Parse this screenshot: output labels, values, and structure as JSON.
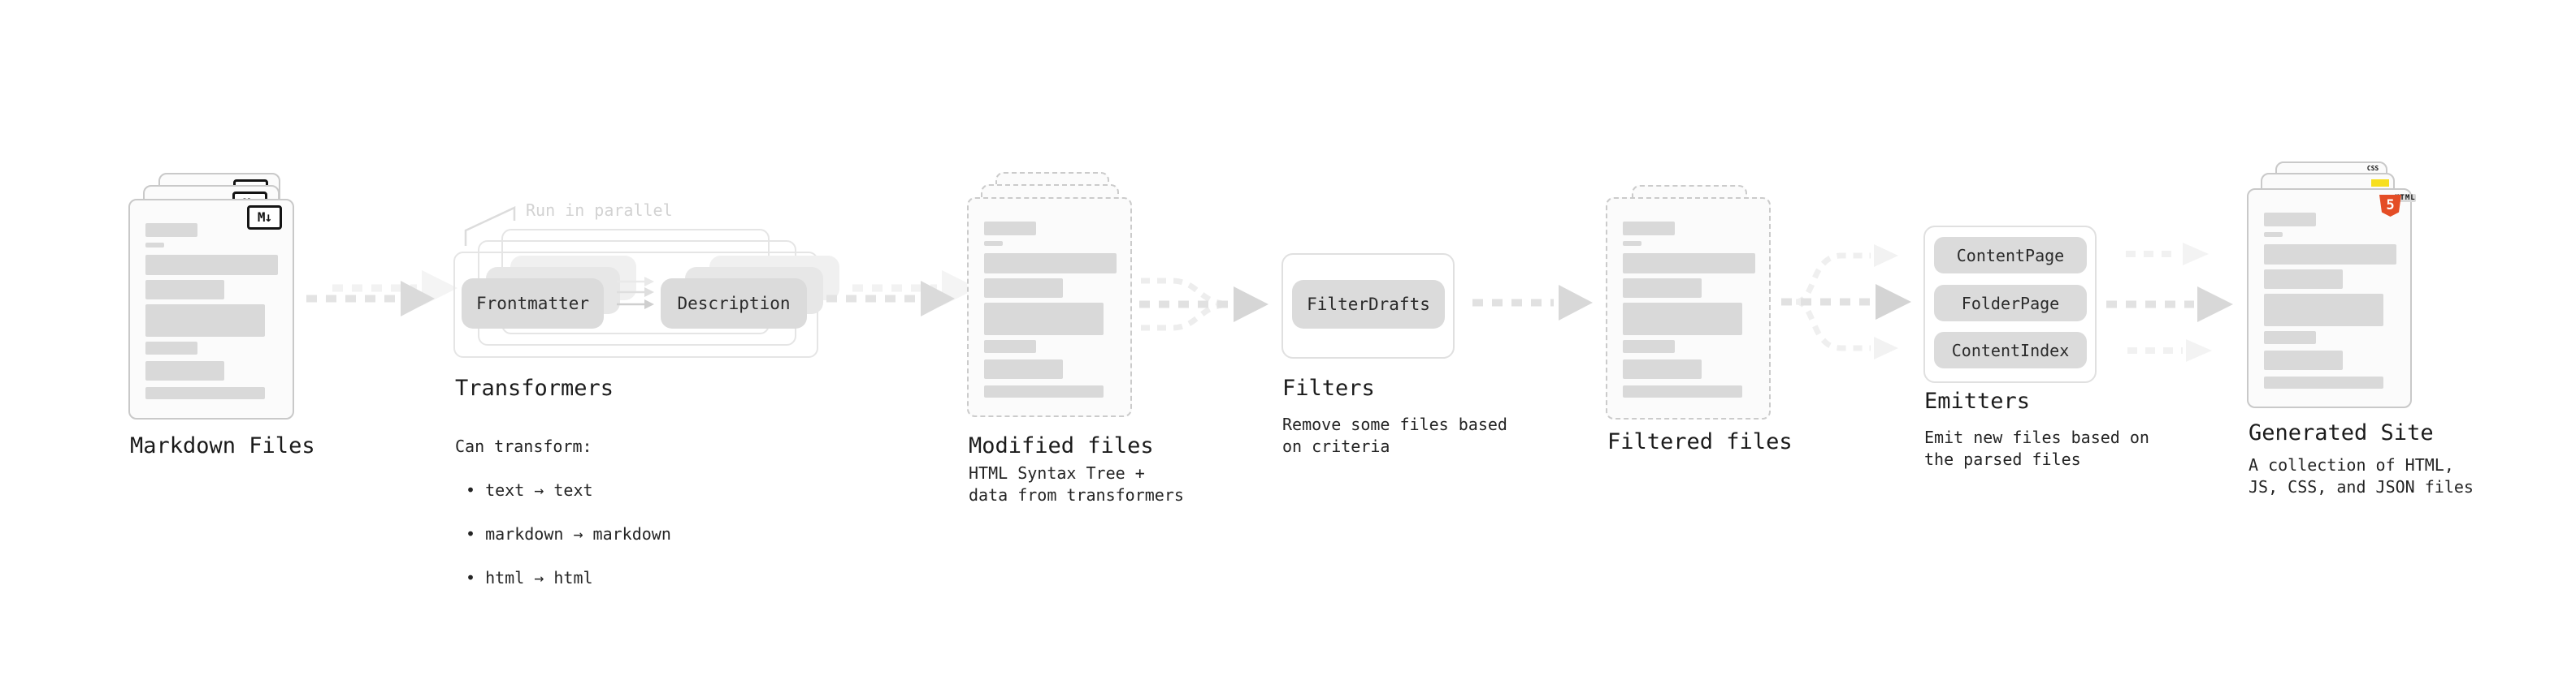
{
  "diagram": {
    "markdown_files": {
      "label": "Markdown Files",
      "file_icon": "M↓"
    },
    "transformers": {
      "annotation": "Run in parallel",
      "pill_left": "Frontmatter",
      "pill_right": "Description",
      "label": "Transformers",
      "desc_title": "Can transform:",
      "bullets": [
        "• text → text",
        "• markdown → markdown",
        "• html → html"
      ]
    },
    "modified_files": {
      "label": "Modified files",
      "desc": "HTML Syntax Tree +\ndata from transformers"
    },
    "filters": {
      "pill": "FilterDrafts",
      "label": "Filters",
      "desc": "Remove some files based\non criteria"
    },
    "filtered_files": {
      "label": "Filtered files"
    },
    "emitters": {
      "pills": [
        "ContentPage",
        "FolderPage",
        "ContentIndex"
      ],
      "label": "Emitters",
      "desc": "Emit new files based on\nthe parsed files"
    },
    "generated_site": {
      "label": "Generated Site",
      "desc": "A collection of HTML,\nJS, CSS, and JSON files",
      "css_badge": "CSS",
      "html_badge_text": "HTML",
      "html_badge_number": "5"
    },
    "colors": {
      "html5_orange": "#e44d26",
      "js_yellow": "#f7df1e",
      "css_blue": "#2862e9",
      "placeholder_bar_gray": "#d9d9d9",
      "pill_fill_gray": "#dbdbdb",
      "annotation_gray": "#d2d2d2"
    }
  }
}
